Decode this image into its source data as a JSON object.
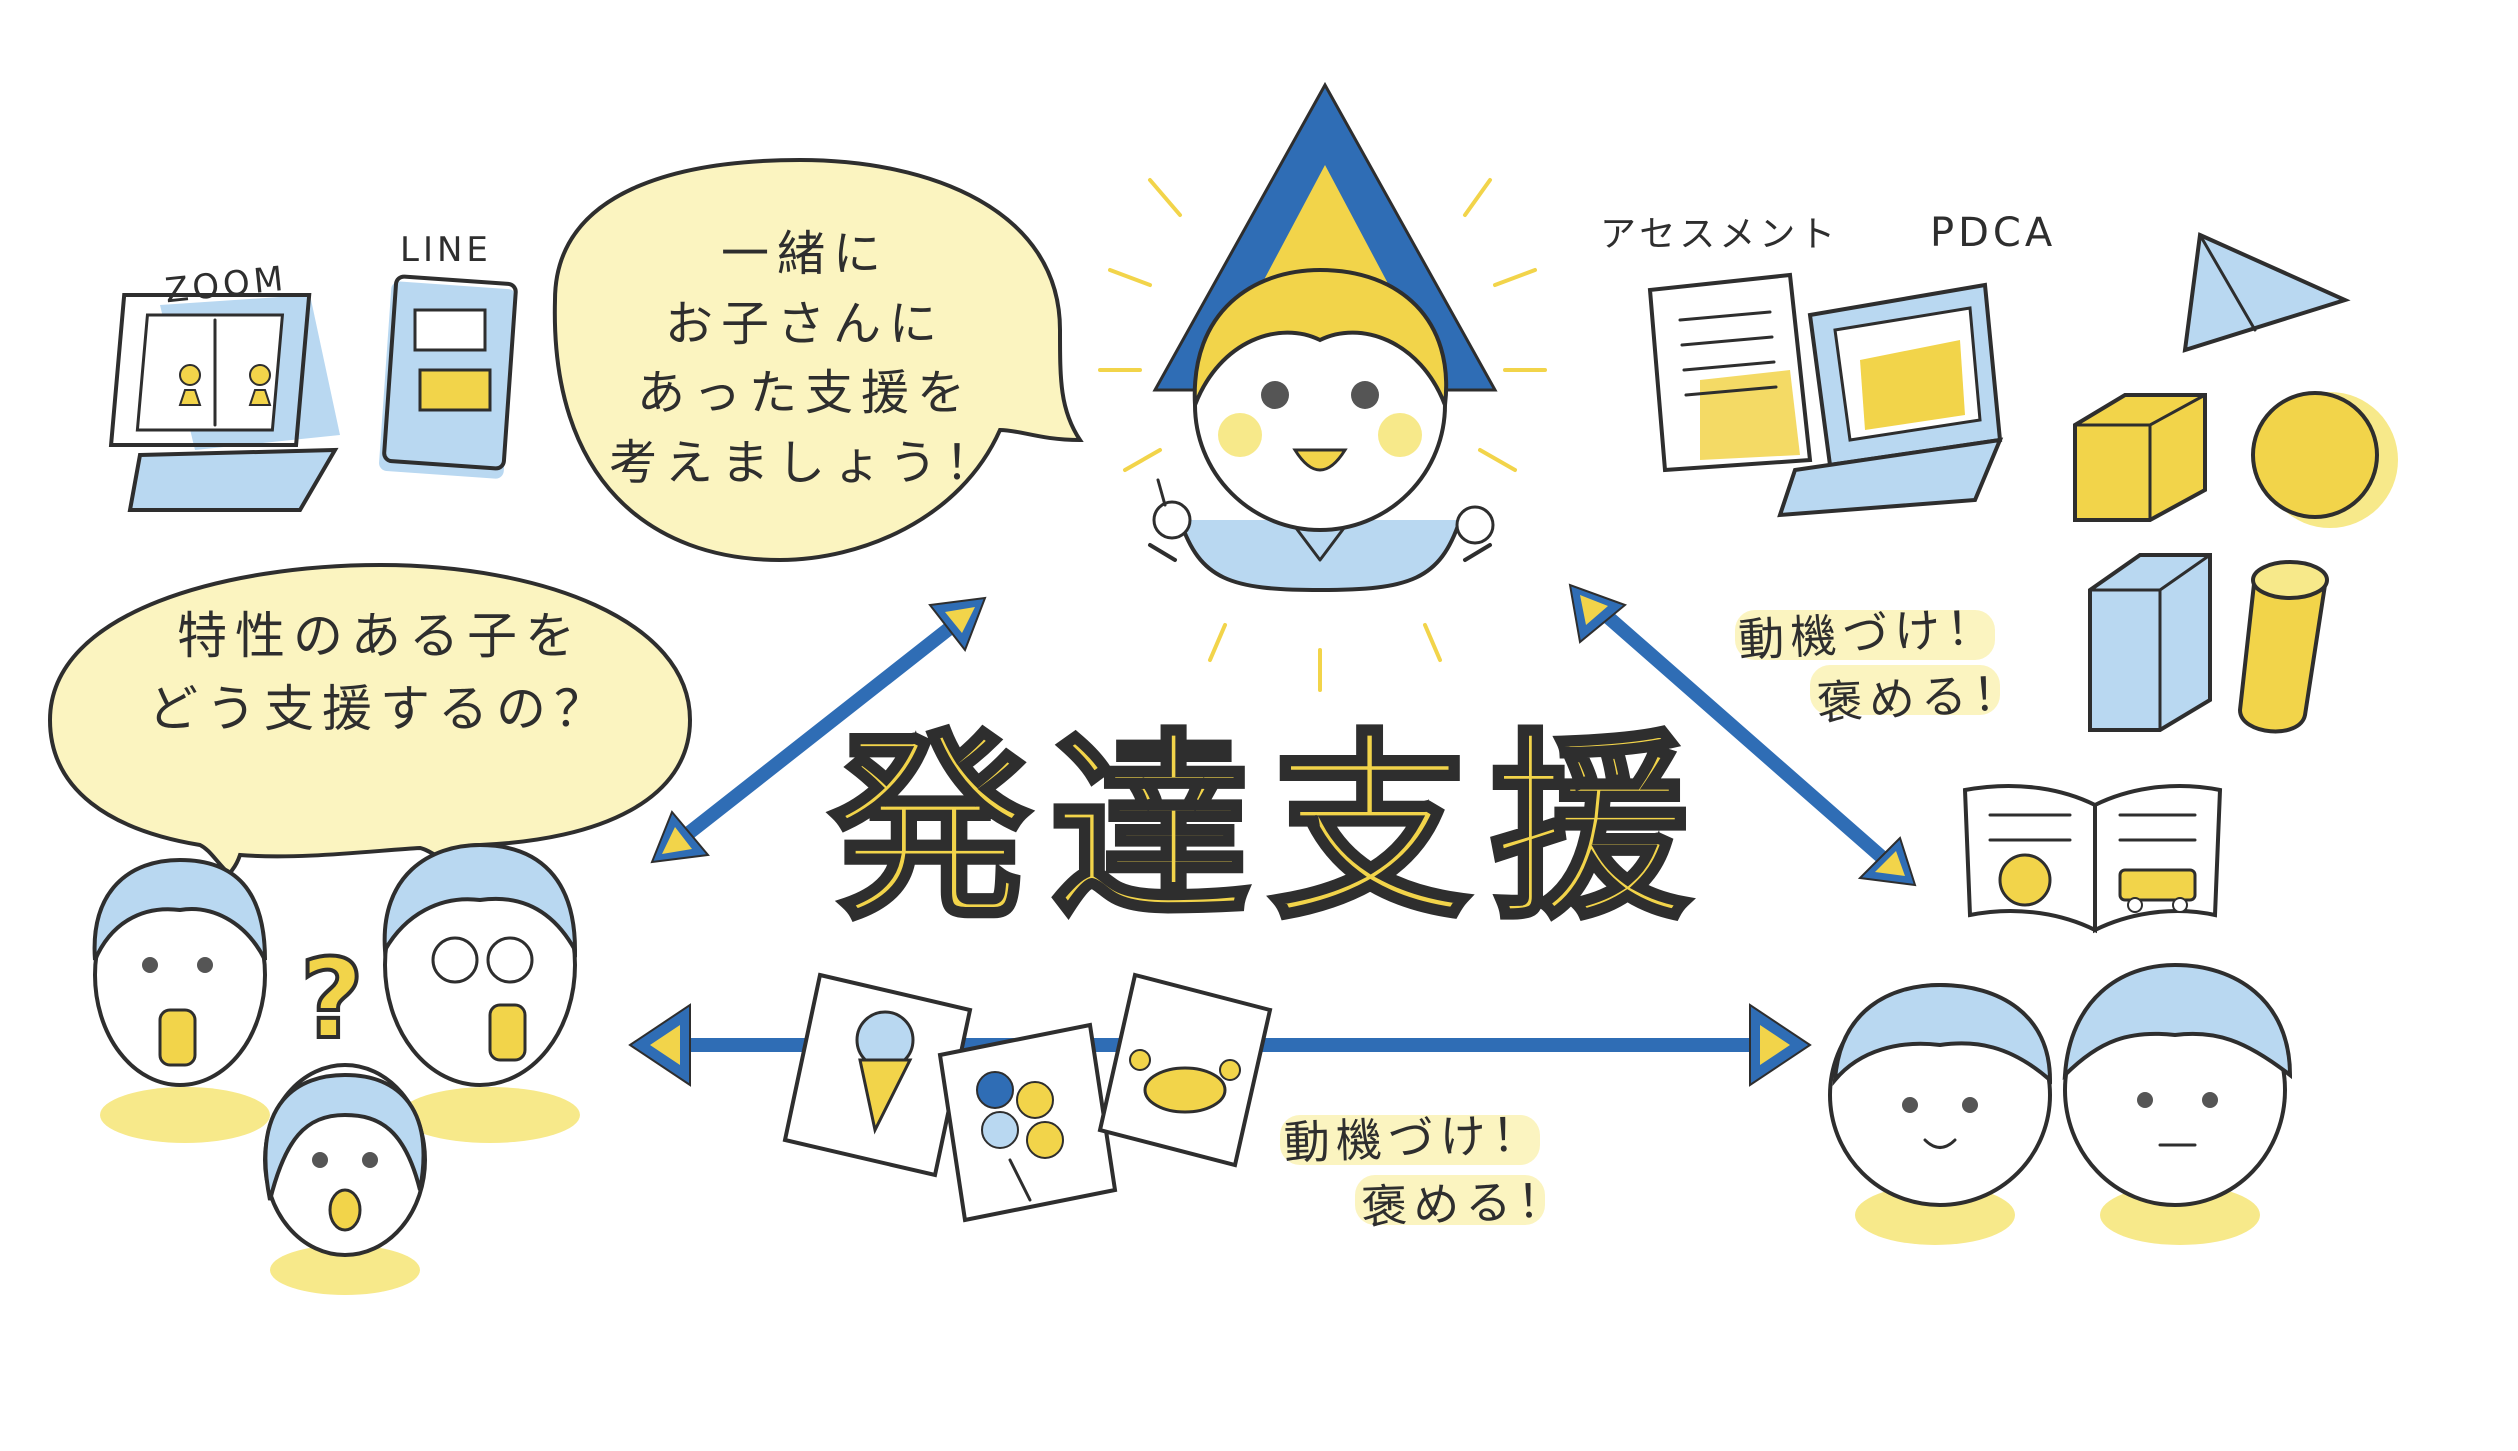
{
  "title": "発達支援",
  "teacher_bubble": {
    "lines": [
      "一緒に",
      "お子さんに",
      "あった支援を",
      "考えましょう！"
    ]
  },
  "parents_bubble": {
    "lines": [
      "特性のある子を",
      "どう支援するの？"
    ]
  },
  "question_mark": "?",
  "tools_left": {
    "zoom_label": "ZOOM",
    "line_label": "LINE"
  },
  "tools_right": {
    "assessment_label": "アセスメント",
    "pdca_label": "PDCA"
  },
  "motivation_right": {
    "line1": "動機づけ！",
    "line2": "褒める！"
  },
  "motivation_bottom": {
    "line1": "動機づけ！",
    "line2": "褒める！"
  },
  "colors": {
    "blue": "#2f6db5",
    "yellow": "#f2d44a",
    "light_blue": "#b9d8f1",
    "light_yellow": "#fbf4c0",
    "ink": "#2e2e2e"
  }
}
